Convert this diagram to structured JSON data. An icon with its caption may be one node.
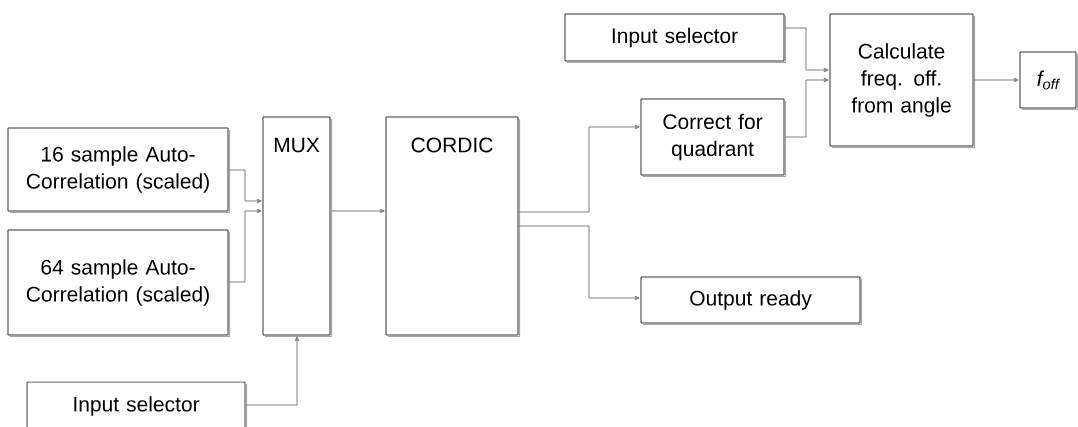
{
  "diagram": {
    "nodes": [
      {
        "text": [
          "16 sample Auto-Correlation (scaled)"
        ]
      },
      {
        "text": [
          "64 sample Auto-Correlation (scaled)"
        ]
      },
      {
        "text": [
          "MUX"
        ]
      },
      {
        "text": [
          "CORDIC"
        ]
      },
      {
        "text": [
          "Input selector"
        ]
      },
      {
        "text": [
          "Input selector"
        ]
      },
      {
        "text": [
          "Correct for quadrant"
        ]
      },
      {
        "text": [
          "Calculate freq. off. from angle"
        ]
      },
      {
        "text": [
          "f$_{off}$"
        ]
      },
      {
        "text": [
          "Output ready"
        ]
      }
    ],
    "edges": [
      {
        "from": 0,
        "to": 2,
        "arrow": "to"
      },
      {
        "from": 1,
        "to": 2,
        "arrow": "to"
      },
      {
        "from": 4,
        "to": 2,
        "arrow": "to"
      },
      {
        "from": 2,
        "to": 3,
        "arrow": "to"
      },
      {
        "from": 3,
        "to": 6,
        "arrow": "to"
      },
      {
        "from": 3,
        "to": 9,
        "arrow": "to"
      },
      {
        "from": 5,
        "to": 7,
        "arrow": "to"
      },
      {
        "from": 6,
        "to": 7,
        "arrow": "to"
      },
      {
        "from": 7,
        "to": 8,
        "arrow": "to"
      }
    ]
  }
}
